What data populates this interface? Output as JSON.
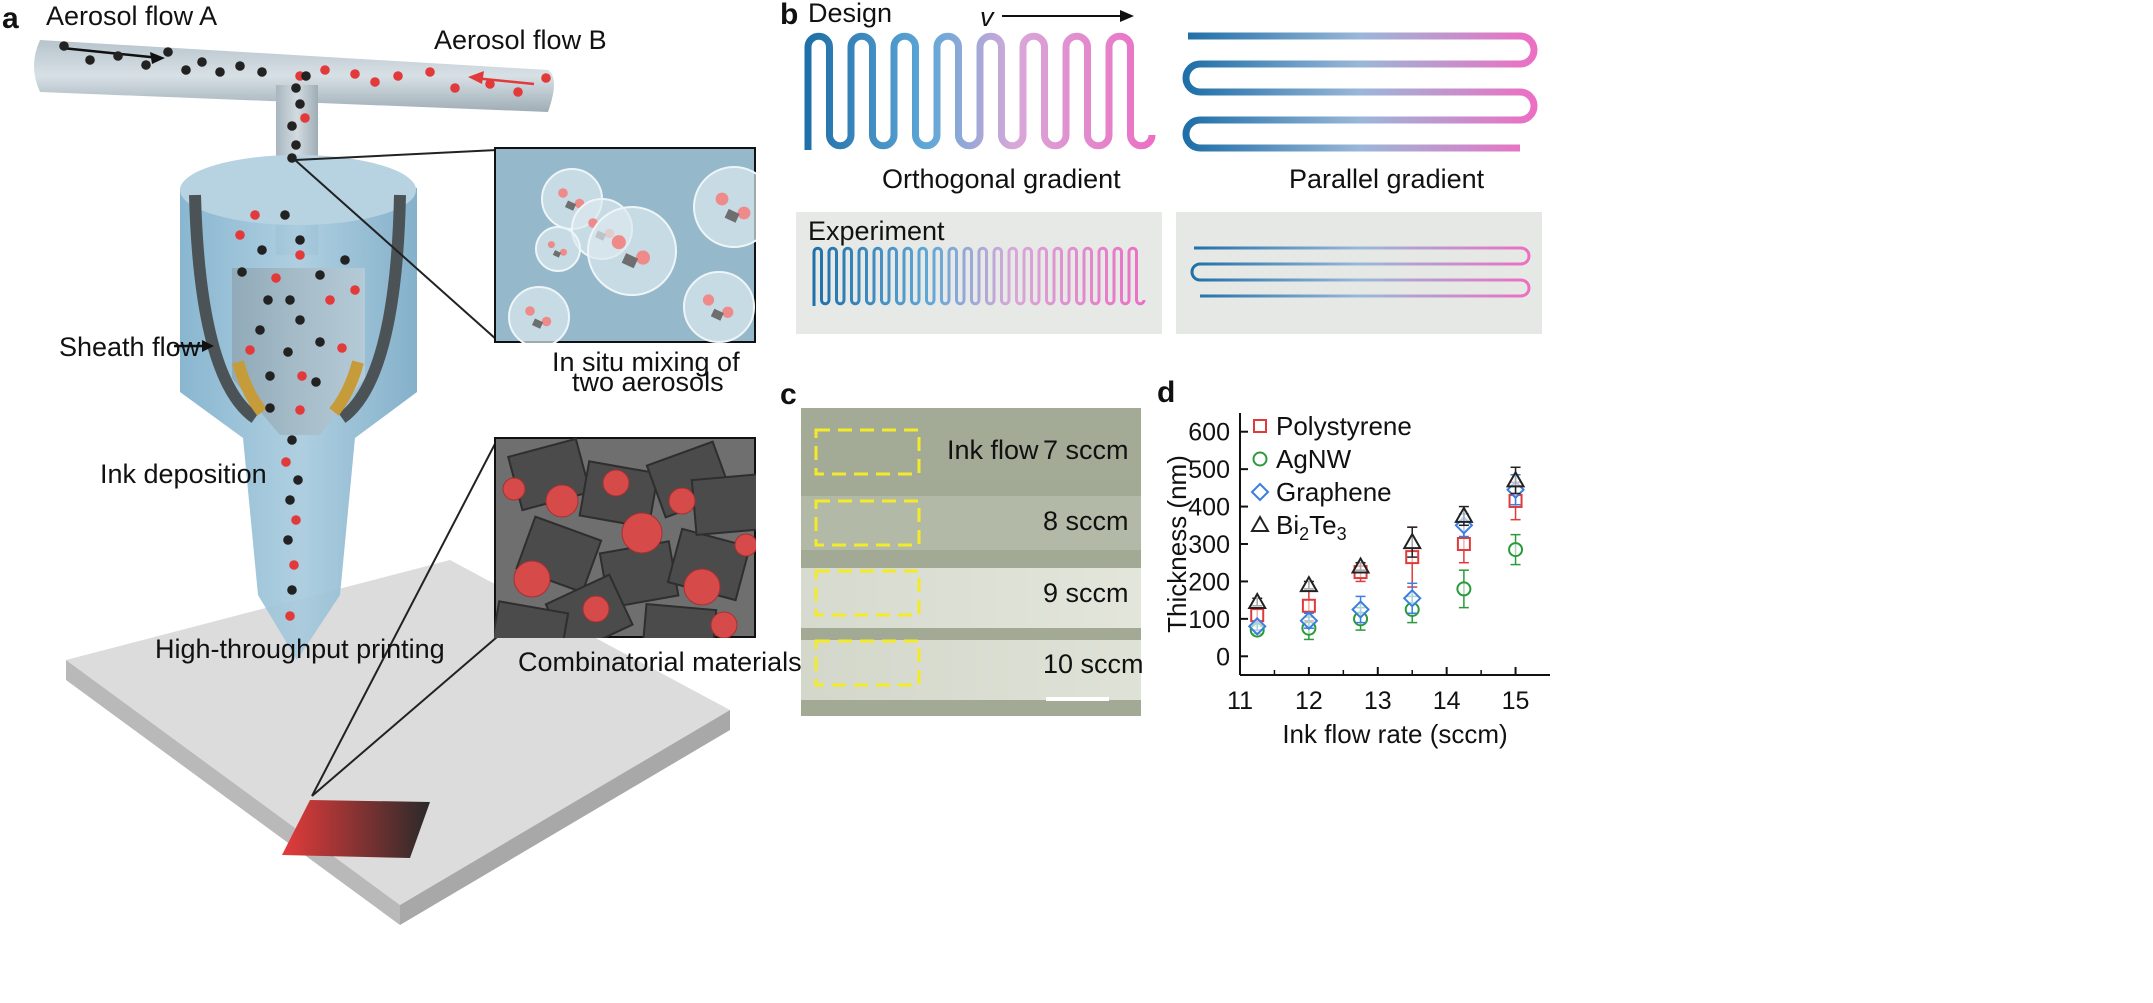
{
  "panel_a": {
    "letter": "a",
    "flow_a": "Aerosol flow A",
    "flow_b": "Aerosol flow B",
    "sheath": "Sheath flow",
    "ink_dep": "Ink deposition",
    "mixing_line1": "In situ mixing of",
    "mixing_line2": "two aerosols",
    "printing": "High-throughput printing",
    "combinatorial": "Combinatorial materials"
  },
  "panel_b": {
    "letter": "b",
    "design": "Design",
    "velocity": "v",
    "orthogonal": "Orthogonal gradient",
    "parallel": "Parallel gradient",
    "experiment": "Experiment"
  },
  "panel_c": {
    "letter": "c",
    "ink_flow": "Ink flow",
    "rates": [
      "7 sccm",
      "8 sccm",
      "9 sccm",
      "10 sccm"
    ]
  },
  "panel_d": {
    "letter": "d"
  },
  "colors": {
    "blue": "#1f6fa8",
    "pink": "#ec6fc4",
    "polystyrene": "#e03a3a",
    "agnw": "#2a9a3a",
    "graphene": "#3a7fe0",
    "bi2te3": "#222222",
    "aerosol_red": "#e23a3a",
    "aerosol_black": "#222222"
  },
  "chart_data": {
    "type": "scatter",
    "xlabel": "Ink flow rate (sccm)",
    "ylabel": "Thickness (nm)",
    "xlim": [
      11,
      15.5
    ],
    "ylim": [
      -50,
      650
    ],
    "xticks": [
      11,
      12,
      13,
      14,
      15
    ],
    "yticks": [
      0,
      100,
      200,
      300,
      400,
      500,
      600
    ],
    "legend_position": "top-left",
    "series": [
      {
        "name": "Polystyrene",
        "marker": "square",
        "x": [
          11.25,
          12.0,
          12.75,
          13.5,
          14.25,
          15.0
        ],
        "y": [
          110,
          135,
          225,
          265,
          300,
          415
        ],
        "err": [
          18,
          40,
          25,
          80,
          50,
          50
        ]
      },
      {
        "name": "AgNW",
        "marker": "circle",
        "x": [
          11.25,
          12.0,
          12.75,
          13.5,
          14.25,
          15.0
        ],
        "y": [
          70,
          75,
          100,
          125,
          180,
          285
        ],
        "err": [
          10,
          30,
          30,
          35,
          50,
          40
        ]
      },
      {
        "name": "Graphene",
        "marker": "diamond",
        "x": [
          11.25,
          12.0,
          12.75,
          13.5,
          14.25,
          15.0
        ],
        "y": [
          80,
          95,
          125,
          155,
          350,
          445
        ],
        "err": [
          10,
          20,
          35,
          40,
          30,
          40
        ]
      },
      {
        "name": "Bi2Te3",
        "marker": "triangle",
        "x": [
          11.25,
          12.0,
          12.75,
          13.5,
          14.25,
          15.0
        ],
        "y": [
          145,
          190,
          240,
          305,
          375,
          470
        ],
        "err": [
          10,
          10,
          10,
          40,
          25,
          35
        ]
      }
    ]
  }
}
